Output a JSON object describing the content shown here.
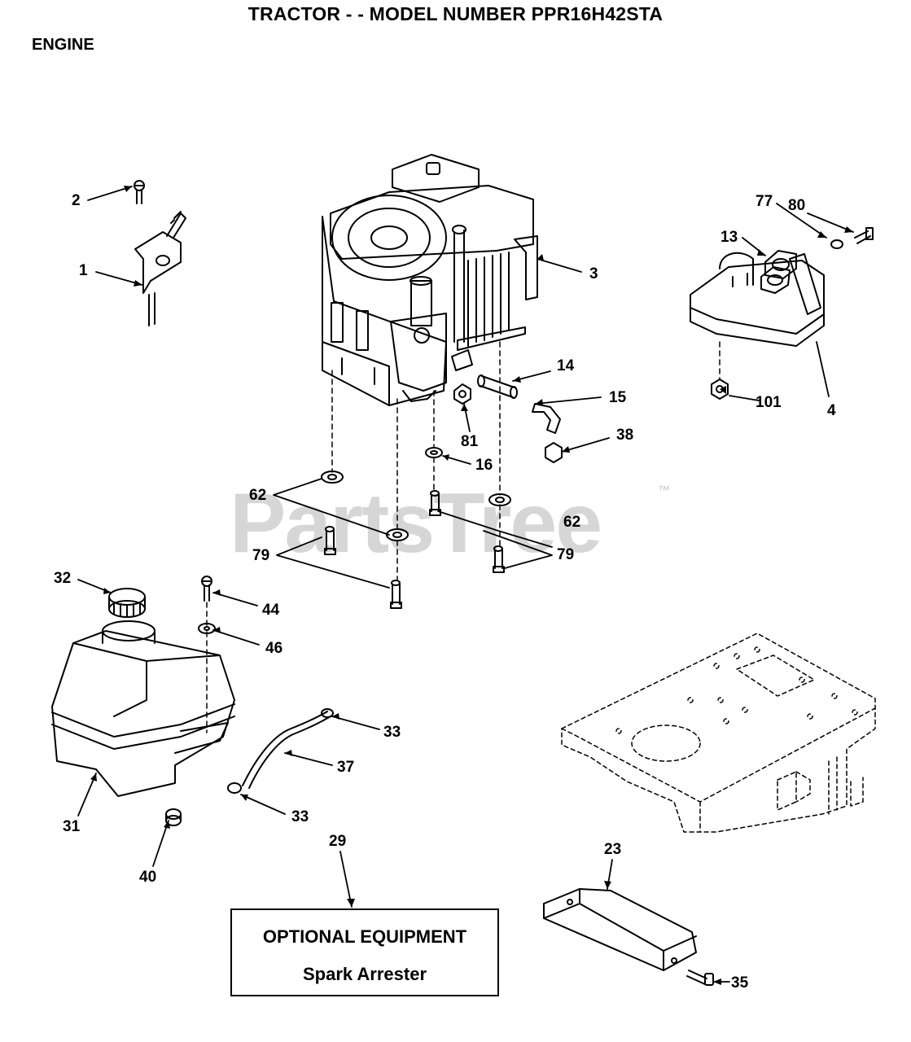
{
  "header": {
    "title": "TRACTOR - - MODEL NUMBER PPR16H42STA",
    "section": "ENGINE"
  },
  "watermark": {
    "text": "PartsTree",
    "trademark": "™"
  },
  "callouts": {
    "c1": "1",
    "c2": "2",
    "c3": "3",
    "c4": "4",
    "c13": "13",
    "c14": "14",
    "c15": "15",
    "c16": "16",
    "c23": "23",
    "c29": "29",
    "c31": "31",
    "c32": "32",
    "c33a": "33",
    "c33b": "33",
    "c35": "35",
    "c37": "37",
    "c38": "38",
    "c40": "40",
    "c44": "44",
    "c46": "46",
    "c62a": "62",
    "c62b": "62",
    "c77": "77",
    "c79a": "79",
    "c79b": "79",
    "c80": "80",
    "c81": "81",
    "c101": "101"
  },
  "optional_box": {
    "heading": "OPTIONAL EQUIPMENT",
    "item": "Spark Arrester"
  },
  "colors": {
    "ink": "#000000",
    "watermark": "#d6d6d6",
    "background": "#ffffff"
  }
}
